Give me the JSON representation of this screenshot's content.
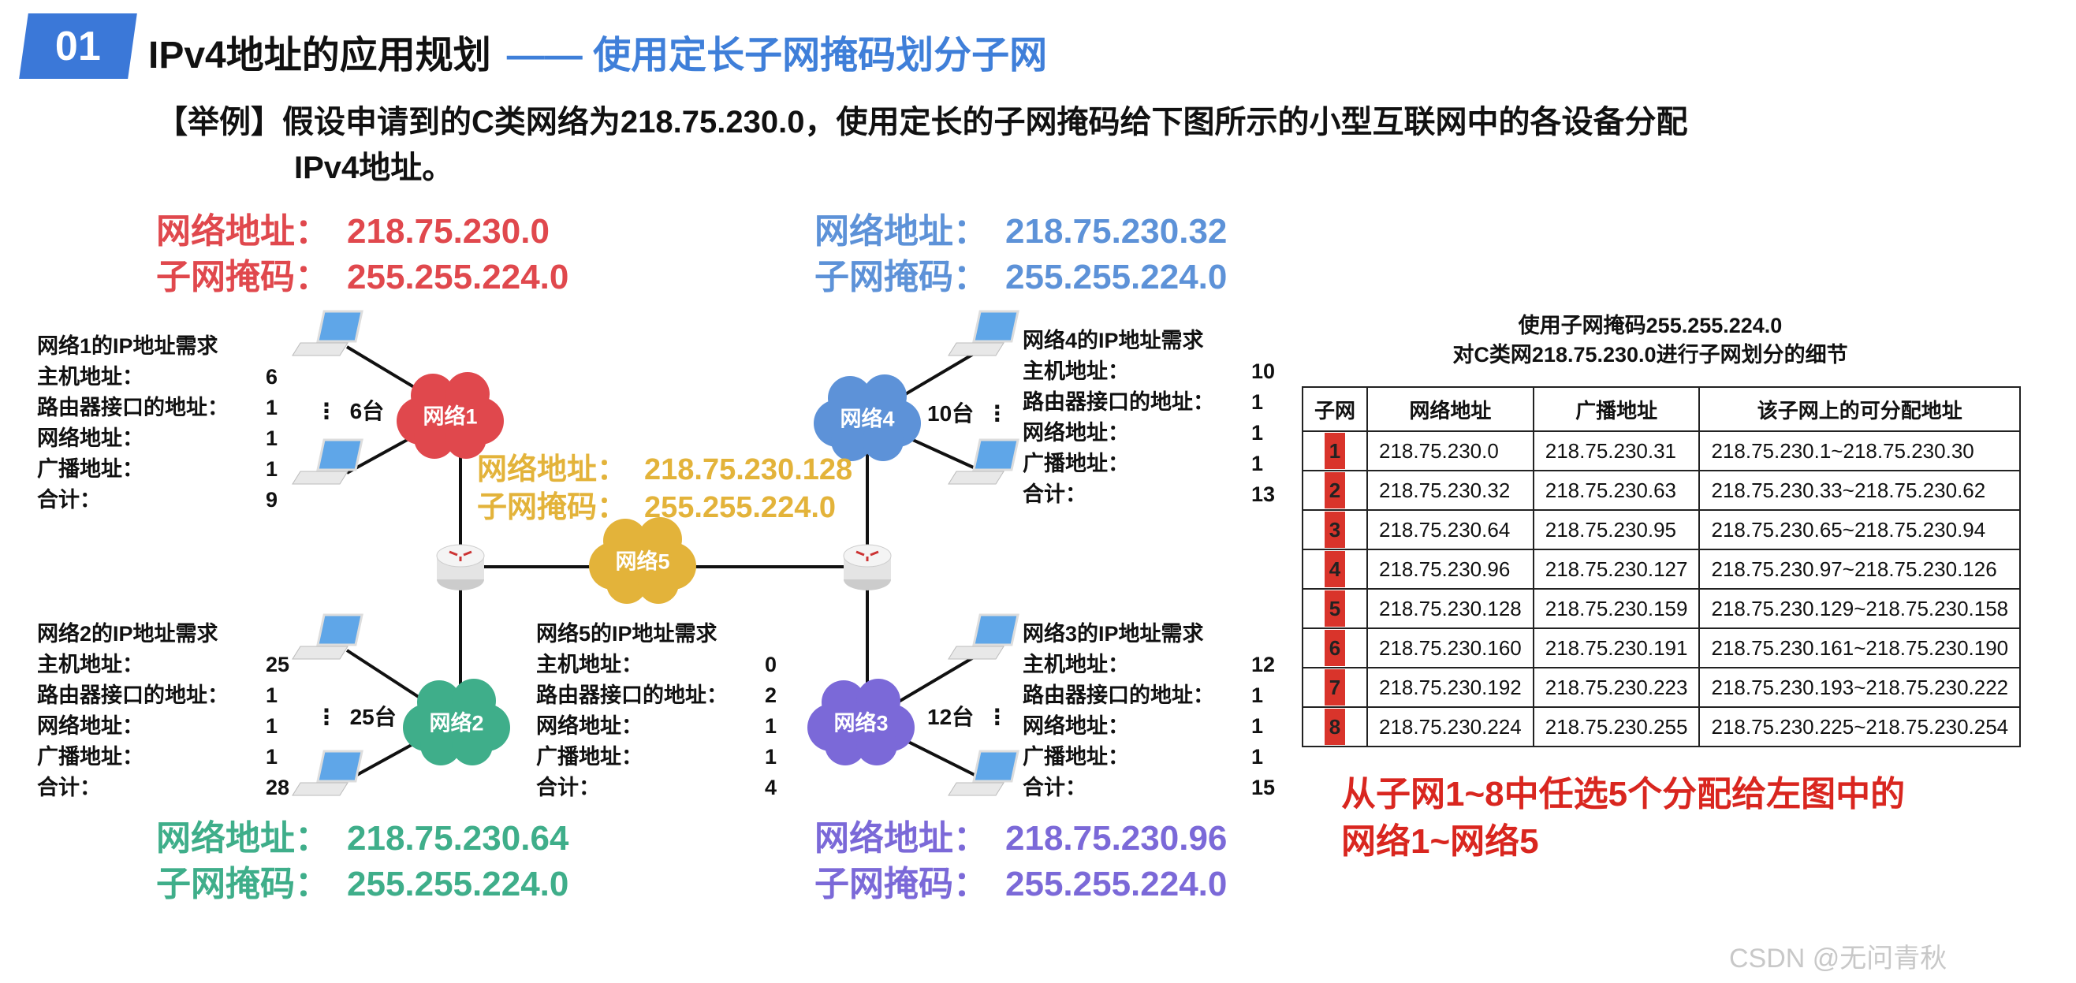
{
  "header": {
    "badge": "01",
    "title": "IPv4地址的应用规划",
    "subtitle": "—— 使用定长子网掩码划分子网"
  },
  "example": {
    "line1": "【举例】假设申请到的C类网络为218.75.230.0，使用定长的子网掩码给下图所示的小型互联网中的各设备分配",
    "line2": "IPv4地址。"
  },
  "colors": {
    "net1": "#e0484d",
    "net2": "#3fae8a",
    "net3": "#7b69d8",
    "net4": "#5d92d8",
    "net5": "#e3b33a",
    "accent": "#3b78d8"
  },
  "labels": {
    "net_addr": "网络地址：",
    "mask": "子网掩码："
  },
  "networks": {
    "net1": {
      "name": "网络1",
      "addr": "218.75.230.0",
      "mask": "255.255.224.0",
      "count": "6台"
    },
    "net2": {
      "name": "网络2",
      "addr": "218.75.230.64",
      "mask": "255.255.224.0",
      "count": "25台"
    },
    "net3": {
      "name": "网络3",
      "addr": "218.75.230.96",
      "mask": "255.255.224.0",
      "count": "12台"
    },
    "net4": {
      "name": "网络4",
      "addr": "218.75.230.32",
      "mask": "255.255.224.0",
      "count": "10台"
    },
    "net5": {
      "name": "网络5",
      "addr": "218.75.230.128",
      "mask": "255.255.224.0"
    }
  },
  "requirements": {
    "row_labels": [
      "主机地址：",
      "路由器接口的地址：",
      "网络地址：",
      "广播地址：",
      "合计："
    ],
    "net1": {
      "title": "网络1的IP地址需求",
      "values": [
        "6",
        "1",
        "1",
        "1",
        "9"
      ]
    },
    "net2": {
      "title": "网络2的IP地址需求",
      "values": [
        "25",
        "1",
        "1",
        "1",
        "28"
      ]
    },
    "net3": {
      "title": "网络3的IP地址需求",
      "values": [
        "12",
        "1",
        "1",
        "1",
        "15"
      ]
    },
    "net4": {
      "title": "网络4的IP地址需求",
      "values": [
        "10",
        "1",
        "1",
        "1",
        "13"
      ]
    },
    "net5": {
      "title": "网络5的IP地址需求",
      "values": [
        "0",
        "2",
        "1",
        "1",
        "4"
      ]
    }
  },
  "table": {
    "caption1": "使用子网掩码255.255.224.0",
    "caption2": "对C类网218.75.230.0进行子网划分的细节",
    "headers": [
      "子网",
      "网络地址",
      "广播地址",
      "该子网上的可分配地址"
    ],
    "rows": [
      [
        "1",
        "218.75.230.0",
        "218.75.230.31",
        "218.75.230.1~218.75.230.30"
      ],
      [
        "2",
        "218.75.230.32",
        "218.75.230.63",
        "218.75.230.33~218.75.230.62"
      ],
      [
        "3",
        "218.75.230.64",
        "218.75.230.95",
        "218.75.230.65~218.75.230.94"
      ],
      [
        "4",
        "218.75.230.96",
        "218.75.230.127",
        "218.75.230.97~218.75.230.126"
      ],
      [
        "5",
        "218.75.230.128",
        "218.75.230.159",
        "218.75.230.129~218.75.230.158"
      ],
      [
        "6",
        "218.75.230.160",
        "218.75.230.191",
        "218.75.230.161~218.75.230.190"
      ],
      [
        "7",
        "218.75.230.192",
        "218.75.230.223",
        "218.75.230.193~218.75.230.222"
      ],
      [
        "8",
        "218.75.230.224",
        "218.75.230.255",
        "218.75.230.225~218.75.230.254"
      ]
    ]
  },
  "note": {
    "line1": "从子网1~8中任选5个分配给左图中的",
    "line2": "网络1~网络5"
  },
  "watermark": "CSDN @无问青秋"
}
